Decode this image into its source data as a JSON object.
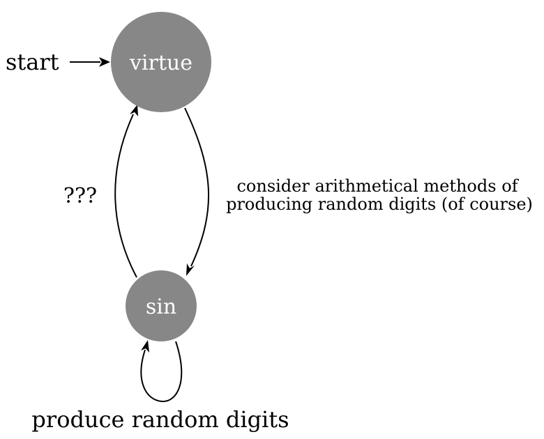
{
  "diagram": {
    "start_label": "start",
    "states": {
      "virtue": {
        "label": "virtue"
      },
      "sin": {
        "label": "sin"
      }
    },
    "transitions": {
      "virtue_to_sin": {
        "label_line1": "consider arithmetical methods of",
        "label_line2": "producing random digits (of course)"
      },
      "sin_to_virtue": {
        "label": "???"
      },
      "sin_self_loop": {
        "label": "produce random digits"
      }
    },
    "colors": {
      "state_fill": "#878787",
      "state_text": "#ffffff",
      "edges": "#000000",
      "background": "#ffffff"
    }
  }
}
